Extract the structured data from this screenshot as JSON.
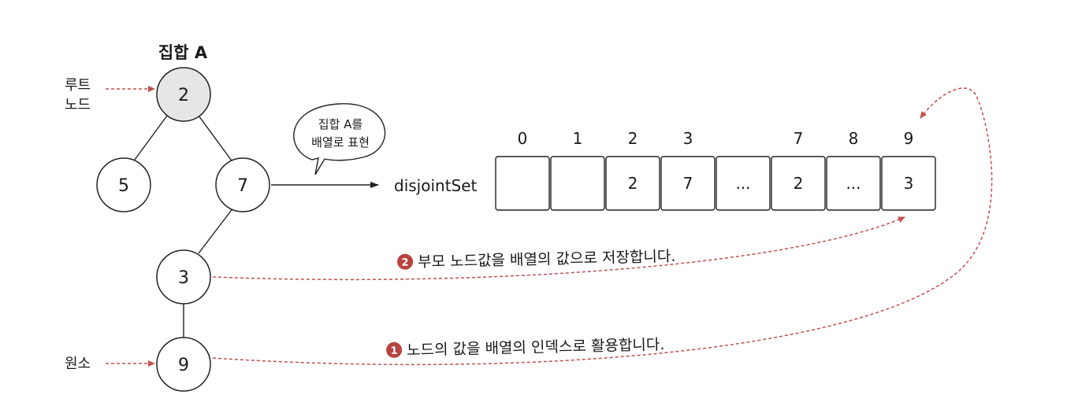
{
  "tree": {
    "title": "집합 A",
    "root_label": [
      "루트",
      "노드"
    ],
    "element_label": "원소",
    "nodes": [
      {
        "id": "root",
        "value": "2",
        "highlight": true
      },
      {
        "id": "left",
        "value": "5"
      },
      {
        "id": "right",
        "value": "7"
      },
      {
        "id": "mid",
        "value": "3"
      },
      {
        "id": "leaf",
        "value": "9"
      }
    ]
  },
  "bubble": {
    "lines": [
      "집합 A를",
      "배열로 표현"
    ]
  },
  "array": {
    "name": "disjointSet",
    "indices": [
      "0",
      "1",
      "2",
      "3",
      "7",
      "8",
      "9"
    ],
    "cells": [
      "",
      "",
      "2",
      "7",
      "...",
      "2",
      "...",
      "3"
    ]
  },
  "notes": [
    {
      "badge": "2",
      "text": "부모 노드값을 배열의 값으로 저장합니다."
    },
    {
      "badge": "1",
      "text": "노드의 값을 배열의 인덱스로 활용합니다."
    }
  ],
  "colors": {
    "dashed": "#c0504d",
    "badge": "#b8433f",
    "root_fill": "#e6e6e6",
    "stroke": "#222222"
  }
}
